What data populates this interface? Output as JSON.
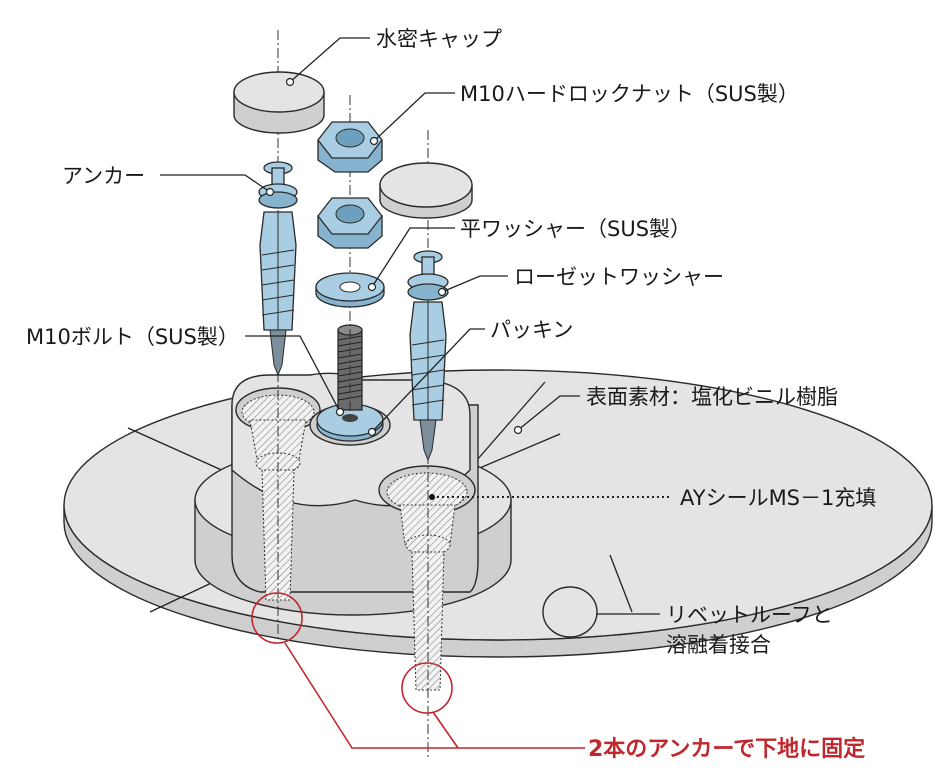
{
  "labels": {
    "cap": "水密キャップ",
    "nut": "M10ハードロックナット（SUS製）",
    "anchor": "アンカー",
    "washer": "平ワッシャー（SUS製）",
    "rosette": "ローゼットワッシャー",
    "bolt": "M10ボルト（SUS製）",
    "packing": "パッキン",
    "surface": "表面素材：塩化ビニル樹脂",
    "sealant": "AYシールMS－1充填",
    "rivet_line1": "リベットルーフと",
    "rivet_line2": "溶融着接合",
    "fix": "2本のアンカーで下地に固定"
  },
  "colors": {
    "metal": "#a9cde2",
    "accent_red": "#c0272d"
  }
}
